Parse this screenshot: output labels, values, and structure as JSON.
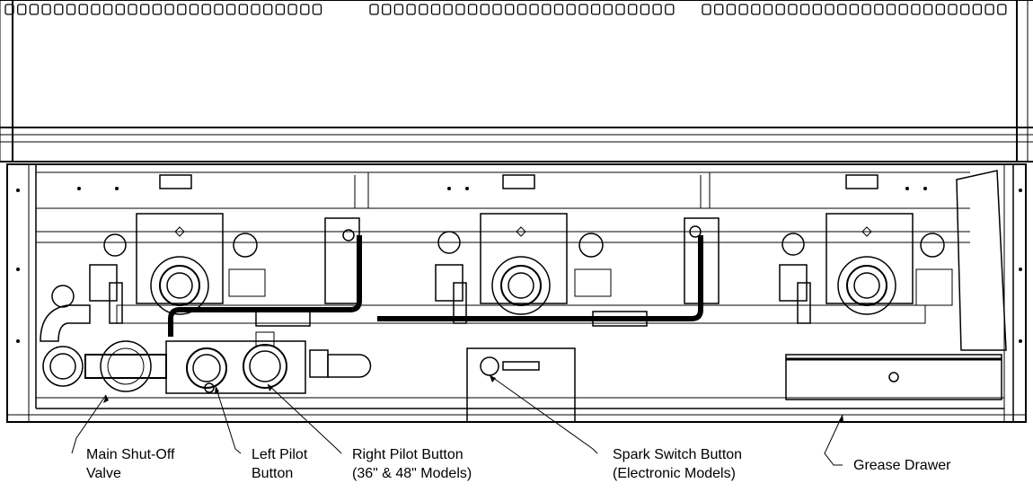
{
  "diagram": {
    "callouts": [
      {
        "id": "main-shut-off-valve",
        "lines": [
          "Main Shut-Off",
          "Valve"
        ]
      },
      {
        "id": "left-pilot-button",
        "lines": [
          "Left Pilot",
          "Button"
        ]
      },
      {
        "id": "right-pilot-button",
        "lines": [
          "Right Pilot Button",
          "(36\" & 48\" Models)"
        ]
      },
      {
        "id": "spark-switch-button",
        "lines": [
          "Spark Switch Button",
          "(Electronic Models)"
        ]
      },
      {
        "id": "grease-drawer",
        "lines": [
          "Grease Drawer"
        ]
      }
    ],
    "colors": {
      "ink": "#000000",
      "paper": "#ffffff",
      "shade": "#d9d9d9"
    }
  }
}
